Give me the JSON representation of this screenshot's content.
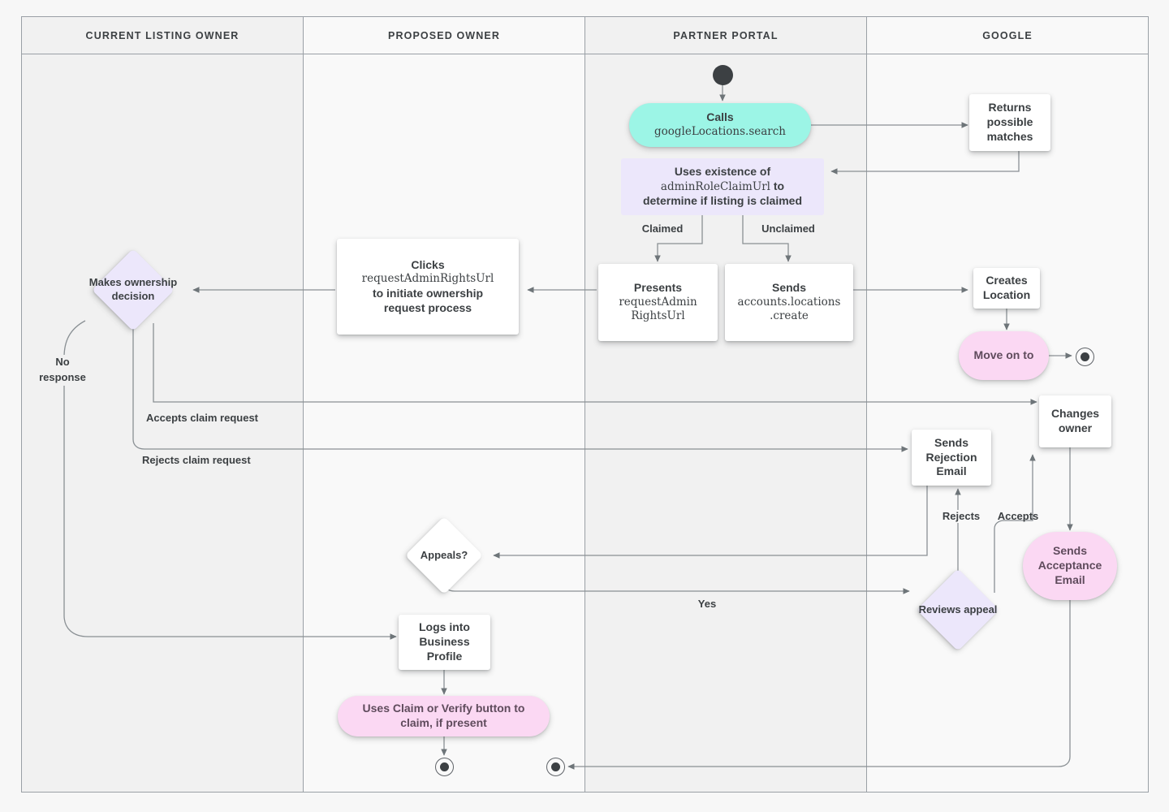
{
  "diagram": {
    "title": "Google Business Profile listing ownership transfer flow",
    "type": "swimlane-flowchart",
    "colors": {
      "lane_border": "#9AA0A6",
      "lane_fill_a": "#F1F1F1",
      "lane_fill_b": "#F9F9F9",
      "page_bg": "#F7F7F7",
      "node_white": "#FFFFFF",
      "accent_cyan": "#9CF5E6",
      "accent_lilac": "#ECE7FB",
      "accent_pink": "#FBD8F3",
      "text": "#3C4043",
      "connector": "#80868B"
    }
  },
  "lanes": [
    {
      "id": "current-listing-owner",
      "label": "CURRENT LISTING OWNER"
    },
    {
      "id": "proposed-owner",
      "label": "PROPOSED OWNER"
    },
    {
      "id": "partner-portal",
      "label": "PARTNER PORTAL"
    },
    {
      "id": "google",
      "label": "GOOGLE"
    }
  ],
  "nodes": {
    "start_partner": {
      "kind": "start-terminator",
      "lane": "partner-portal"
    },
    "calls_search": {
      "lane": "partner-portal",
      "shape": "stadium",
      "fill": "cyan",
      "line1": "Calls",
      "line2": "googleLocations.search"
    },
    "returns_matches": {
      "lane": "google",
      "shape": "rect",
      "fill": "white",
      "line1": "Returns",
      "line2": "possible",
      "line3": "matches"
    },
    "uses_existence": {
      "lane": "partner-portal",
      "shape": "rect",
      "fill": "lilac",
      "line1": "Uses existence of",
      "line2": "adminRoleClaimUrl",
      "line2b": " to",
      "line3": "determine if listing is claimed"
    },
    "presents_url": {
      "lane": "partner-portal",
      "shape": "rect",
      "fill": "white",
      "line1": "Presents",
      "line2": "requestAdmin",
      "line3": "RightsUrl"
    },
    "sends_create": {
      "lane": "partner-portal",
      "shape": "rect",
      "fill": "white",
      "line1": "Sends",
      "line2": "accounts.locations",
      "line3": ".create"
    },
    "clicks_request": {
      "lane": "proposed-owner",
      "shape": "rect",
      "fill": "white",
      "line1": "Clicks",
      "line2": "requestAdminRightsUrl",
      "line3": "to initiate ownership",
      "line4": "request process"
    },
    "makes_decision": {
      "lane": "current-listing-owner",
      "shape": "diamond",
      "fill": "lilac",
      "line1": "Makes",
      "line2": "ownership",
      "line3": "decision"
    },
    "creates_location": {
      "lane": "google",
      "shape": "rect",
      "fill": "white",
      "line1": "Creates",
      "line2": "Location"
    },
    "move_on_to": {
      "lane": "google",
      "shape": "stadium",
      "fill": "pink",
      "line1": "Move on to"
    },
    "end_google": {
      "kind": "end-terminator",
      "lane": "google"
    },
    "changes_owner": {
      "lane": "google",
      "shape": "rect",
      "fill": "white",
      "line1": "Changes",
      "line2": "owner"
    },
    "sends_rejection": {
      "lane": "google",
      "shape": "rect",
      "fill": "white",
      "line1": "Sends",
      "line2": "Rejection",
      "line3": "Email"
    },
    "sends_acceptance": {
      "lane": "google",
      "shape": "stadium",
      "fill": "pink",
      "line1": "Sends",
      "line2": "Acceptance",
      "line3": "Email"
    },
    "appeals": {
      "lane": "proposed-owner",
      "shape": "diamond",
      "fill": "white",
      "line1": "Appeals?"
    },
    "reviews_appeal": {
      "lane": "google",
      "shape": "diamond",
      "fill": "lilac",
      "line1": "Reviews",
      "line2": "appeal"
    },
    "logs_into_bp": {
      "lane": "proposed-owner",
      "shape": "rect",
      "fill": "white",
      "line1": "Logs into",
      "line2": "Business",
      "line3": "Profile"
    },
    "uses_claim_verify": {
      "lane": "proposed-owner",
      "shape": "stadium",
      "fill": "pink",
      "line1": "Uses Claim or Verify button to",
      "line2": "claim, if present"
    },
    "end_proposed": {
      "kind": "end-terminator",
      "lane": "proposed-owner"
    },
    "end_partner": {
      "kind": "end-terminator",
      "lane": "partner-portal"
    }
  },
  "edge_labels": {
    "claimed": "Claimed",
    "unclaimed": "Unclaimed",
    "no_response": "No\nresponse",
    "accepts_claim_request": "Accepts claim request",
    "rejects_claim_request": "Rejects claim request",
    "rejects": "Rejects",
    "accepts": "Accepts",
    "yes": "Yes"
  },
  "edges": [
    {
      "from": "start_partner",
      "to": "calls_search",
      "label": ""
    },
    {
      "from": "calls_search",
      "to": "returns_matches",
      "label": ""
    },
    {
      "from": "returns_matches",
      "to": "uses_existence",
      "label": ""
    },
    {
      "from": "uses_existence",
      "to": "presents_url",
      "label": "Claimed"
    },
    {
      "from": "uses_existence",
      "to": "sends_create",
      "label": "Unclaimed"
    },
    {
      "from": "presents_url",
      "to": "clicks_request",
      "label": ""
    },
    {
      "from": "clicks_request",
      "to": "makes_decision",
      "label": ""
    },
    {
      "from": "sends_create",
      "to": "creates_location",
      "label": ""
    },
    {
      "from": "creates_location",
      "to": "move_on_to",
      "label": ""
    },
    {
      "from": "move_on_to",
      "to": "end_google",
      "label": ""
    },
    {
      "from": "makes_decision",
      "to": "changes_owner",
      "label": "Accepts claim request"
    },
    {
      "from": "makes_decision",
      "to": "sends_rejection",
      "label": "Rejects claim request"
    },
    {
      "from": "makes_decision",
      "to": "logs_into_bp",
      "label": "No response"
    },
    {
      "from": "sends_rejection",
      "to": "appeals",
      "label": ""
    },
    {
      "from": "appeals",
      "to": "reviews_appeal",
      "label": "Yes"
    },
    {
      "from": "reviews_appeal",
      "to": "sends_rejection",
      "label": "Rejects"
    },
    {
      "from": "reviews_appeal",
      "to": "changes_owner",
      "label": "Accepts"
    },
    {
      "from": "changes_owner",
      "to": "sends_acceptance",
      "label": ""
    },
    {
      "from": "sends_acceptance",
      "to": "end_partner",
      "label": ""
    },
    {
      "from": "logs_into_bp",
      "to": "uses_claim_verify",
      "label": ""
    },
    {
      "from": "uses_claim_verify",
      "to": "end_proposed",
      "label": ""
    }
  ]
}
